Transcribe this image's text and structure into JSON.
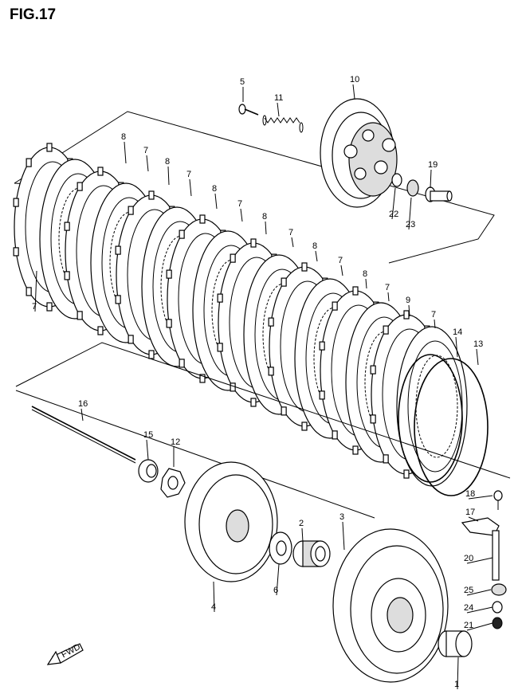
{
  "figure": {
    "title": "FIG.17"
  },
  "fwd_label": "FWD",
  "callouts": [
    {
      "id": "c5",
      "text": "5"
    },
    {
      "id": "c10",
      "text": "10"
    },
    {
      "id": "c11",
      "text": "11"
    },
    {
      "id": "c19",
      "text": "19"
    },
    {
      "id": "c22",
      "text": "22"
    },
    {
      "id": "c23",
      "text": "23"
    },
    {
      "id": "c8a",
      "text": "8"
    },
    {
      "id": "c7a",
      "text": "7"
    },
    {
      "id": "c8b",
      "text": "8"
    },
    {
      "id": "c7b",
      "text": "7"
    },
    {
      "id": "c8c",
      "text": "8"
    },
    {
      "id": "c7c",
      "text": "7"
    },
    {
      "id": "c8d",
      "text": "8"
    },
    {
      "id": "c7d",
      "text": "7"
    },
    {
      "id": "c8e",
      "text": "8"
    },
    {
      "id": "c7e",
      "text": "7"
    },
    {
      "id": "c8f",
      "text": "8"
    },
    {
      "id": "c7f",
      "text": "7"
    },
    {
      "id": "c9",
      "text": "9"
    },
    {
      "id": "c7g",
      "text": "7"
    },
    {
      "id": "c14",
      "text": "14"
    },
    {
      "id": "c13",
      "text": "13"
    },
    {
      "id": "c7left",
      "text": "7"
    },
    {
      "id": "c16",
      "text": "16"
    },
    {
      "id": "c15",
      "text": "15"
    },
    {
      "id": "c12",
      "text": "12"
    },
    {
      "id": "c4",
      "text": "4"
    },
    {
      "id": "c6",
      "text": "6"
    },
    {
      "id": "c2",
      "text": "2"
    },
    {
      "id": "c3",
      "text": "3"
    },
    {
      "id": "c18",
      "text": "18"
    },
    {
      "id": "c17",
      "text": "17"
    },
    {
      "id": "c20",
      "text": "20"
    },
    {
      "id": "c25",
      "text": "25"
    },
    {
      "id": "c24",
      "text": "24"
    },
    {
      "id": "c21",
      "text": "21"
    },
    {
      "id": "c1",
      "text": "1"
    }
  ]
}
